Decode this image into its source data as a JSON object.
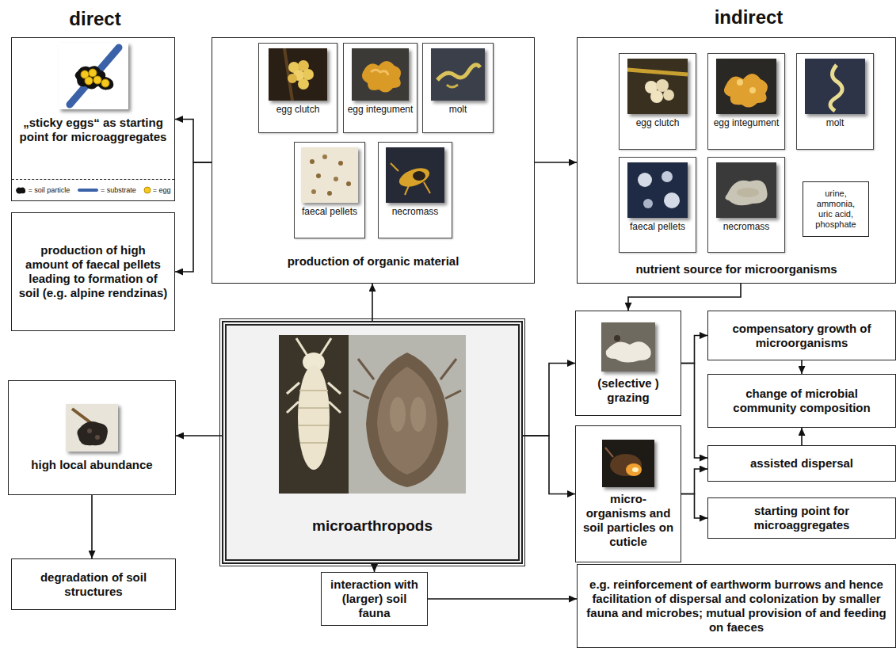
{
  "diagram": {
    "nodes": [
      {
        "text": [
          "„sticky eggs“ as starting point for microaggregates"
        ]
      },
      {
        "text": [
          "production of high amount of faecal pellets leading to formation of soil (e.g. alpine rendzinas)"
        ]
      },
      {
        "text": [
          "production of organic material"
        ]
      },
      {
        "text": [
          "egg clutch"
        ],
        "in": 2
      },
      {
        "text": [
          "egg integument"
        ],
        "in": 2
      },
      {
        "text": [
          "molt"
        ],
        "in": 2
      },
      {
        "text": [
          "faecal pellets"
        ],
        "in": 2
      },
      {
        "text": [
          "necromass"
        ],
        "in": 2
      },
      {
        "text": [
          "nutrient source for microorganisms"
        ]
      },
      {
        "text": [
          "egg clutch"
        ],
        "in": 8
      },
      {
        "text": [
          "egg integument"
        ],
        "in": 8
      },
      {
        "text": [
          "molt"
        ],
        "in": 8
      },
      {
        "text": [
          "faecal pellets"
        ],
        "in": 8
      },
      {
        "text": [
          "necromass"
        ],
        "in": 8
      },
      {
        "text": [
          "urine, ammonia, uric acid, phosphate"
        ],
        "in": 8
      },
      {
        "text": [
          "high local abundance"
        ]
      },
      {
        "text": [
          "degradation of soil structures"
        ]
      },
      {
        "text": [
          "microarthropods"
        ]
      },
      {
        "text": [
          "interaction with (larger) soil fauna"
        ]
      },
      {
        "text": [
          "e.g. reinforcement of earthworm burrows and hence facilitation of dispersal and colonization by smaller fauna and microbes; mutual provision of and feeding on faeces"
        ]
      },
      {
        "text": [
          "(selective ) grazing"
        ]
      },
      {
        "text": [
          "micro-organisms and soil particles on cuticle"
        ]
      },
      {
        "text": [
          "compensatory growth of microorganisms"
        ]
      },
      {
        "text": [
          "change of microbial community composition"
        ]
      },
      {
        "text": [
          "assisted dispersal"
        ]
      },
      {
        "text": [
          "starting point for microaggregates"
        ]
      }
    ],
    "edges": [
      {
        "from": 17,
        "to": 2,
        "arrow": "to"
      },
      {
        "from": 2,
        "to": 0,
        "arrow": "to"
      },
      {
        "from": 2,
        "to": 1,
        "arrow": "to"
      },
      {
        "from": 2,
        "to": 8,
        "arrow": "to"
      },
      {
        "from": 8,
        "to": 20,
        "arrow": "to"
      },
      {
        "from": 17,
        "to": 15,
        "arrow": "to"
      },
      {
        "from": 15,
        "to": 16,
        "arrow": "to"
      },
      {
        "from": 17,
        "to": 18,
        "arrow": "to"
      },
      {
        "from": 18,
        "to": 19,
        "arrow": "to"
      },
      {
        "from": 17,
        "to": 20,
        "arrow": "to"
      },
      {
        "from": 17,
        "to": 21,
        "arrow": "to"
      },
      {
        "from": 20,
        "to": 22,
        "arrow": "to"
      },
      {
        "from": 20,
        "to": 24,
        "arrow": "to"
      },
      {
        "from": 21,
        "to": 24,
        "arrow": "to"
      },
      {
        "from": 21,
        "to": 25,
        "arrow": "to"
      },
      {
        "from": 22,
        "to": 23,
        "arrow": "to"
      },
      {
        "from": 24,
        "to": 23,
        "arrow": "to"
      }
    ],
    "labels": [
      "direct",
      "indirect"
    ],
    "legend": [
      {
        "text": "= soil particle"
      },
      {
        "text": "= substrate"
      },
      {
        "text": "= egg"
      }
    ]
  }
}
